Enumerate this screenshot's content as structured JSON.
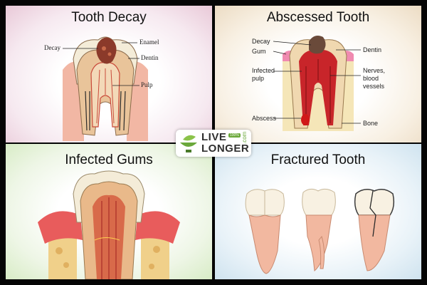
{
  "panels": {
    "tooth_decay": {
      "title": "Tooth Decay",
      "labels": {
        "decay": "Decay",
        "enamel": "Enamel",
        "dentin": "Dentin",
        "pulp": "Pulp"
      }
    },
    "abscessed_tooth": {
      "title": "Abscessed Tooth",
      "labels": {
        "decay": "Decay",
        "gum": "Gum",
        "infected_pulp": "Infected pulp",
        "abscess": "Abscess",
        "dentin": "Dentin",
        "nerves": "Nerves, blood vessels",
        "bone": "Bone"
      }
    },
    "infected_gums": {
      "title": "Infected Gums"
    },
    "fractured_tooth": {
      "title": "Fractured Tooth"
    }
  },
  "logo": {
    "line1": "LIVE",
    "line2": "LONGER",
    "badge": "100%",
    "suffix": ".com"
  },
  "colors": {
    "enamel": "#f4ecd8",
    "dentin": "#e9c49a",
    "pulp": "#c94a3a",
    "decay": "#8b3a2a",
    "gum": "#e85c5c",
    "bone": "#f0d08a",
    "logo_green": "#6aa83a"
  }
}
